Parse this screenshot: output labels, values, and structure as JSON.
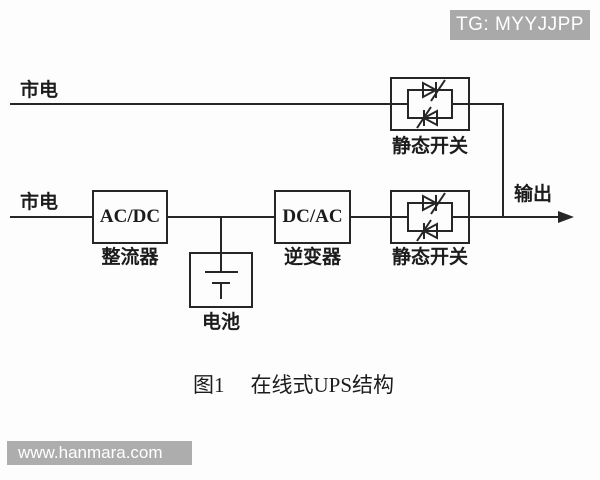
{
  "badge": {
    "text": "TG: MYYJJPP"
  },
  "watermark": {
    "text": "www.hanmara.com"
  },
  "diagram": {
    "mains_top_label": "市电",
    "mains_bottom_label": "市电",
    "rectifier_box_label": "AC/DC",
    "rectifier_caption": "整流器",
    "inverter_box_label": "DC/AC",
    "inverter_caption": "逆变器",
    "battery_caption": "电池",
    "static_switch_top_caption": "静态开关",
    "static_switch_bottom_caption": "静态开关",
    "output_label": "输出"
  },
  "figure_caption": {
    "number": "图1",
    "title": "在线式UPS结构"
  },
  "colors": {
    "line": "#262626",
    "text": "#1c1c1c",
    "badge_bg": "#a9a9a9",
    "watermark_bg": "#adadad",
    "background": "#fdfdfd"
  }
}
